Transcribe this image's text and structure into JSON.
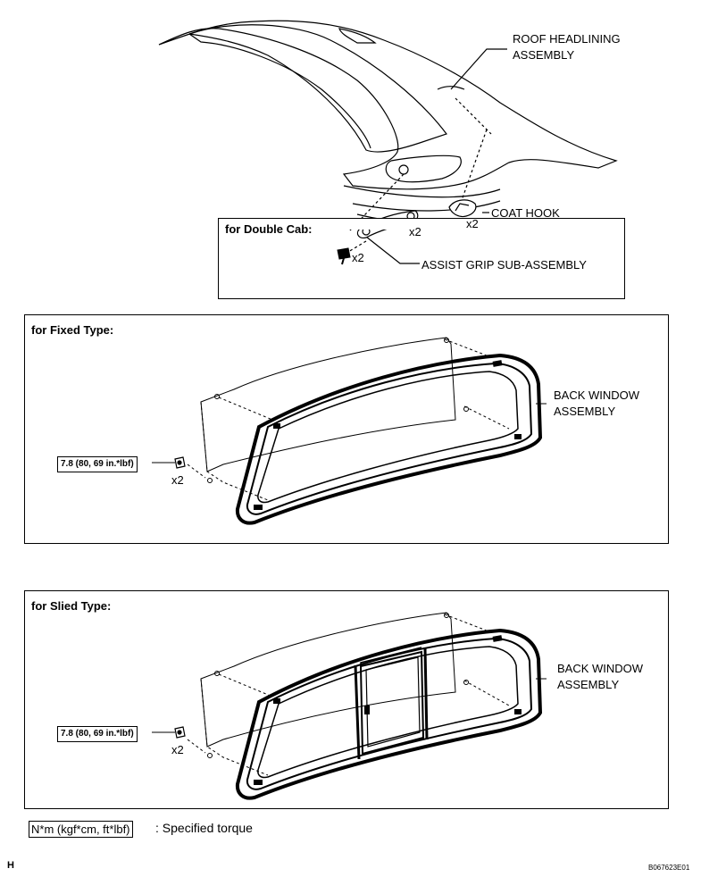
{
  "top": {
    "roof_headlining_label": [
      "ROOF HEADLINING",
      "ASSEMBLY"
    ],
    "coat_hook_label": "COAT HOOK",
    "coat_hook_qty": "x2",
    "double_cab_label": "for Double Cab:",
    "grip_qty": "x2",
    "screw_qty": "x2",
    "assist_grip_label": "ASSIST GRIP SUB-ASSEMBLY"
  },
  "fixed_panel": {
    "title": "for Fixed Type:",
    "back_window_label": [
      "BACK WINDOW",
      "ASSEMBLY"
    ],
    "torque_spec": "7.8 (80, 69 in.*lbf)",
    "qty": "x2"
  },
  "slide_panel": {
    "title": "for Slied Type:",
    "back_window_label": [
      "BACK WINDOW",
      "ASSEMBLY"
    ],
    "torque_spec": "7.8 (80, 69 in.*lbf)",
    "qty": "x2"
  },
  "legend": {
    "unit_box": "N*m (kgf*cm, ft*lbf)",
    "description": ": Specified torque"
  },
  "footer": {
    "left_code": "H",
    "figure_id": "B067623E01"
  }
}
